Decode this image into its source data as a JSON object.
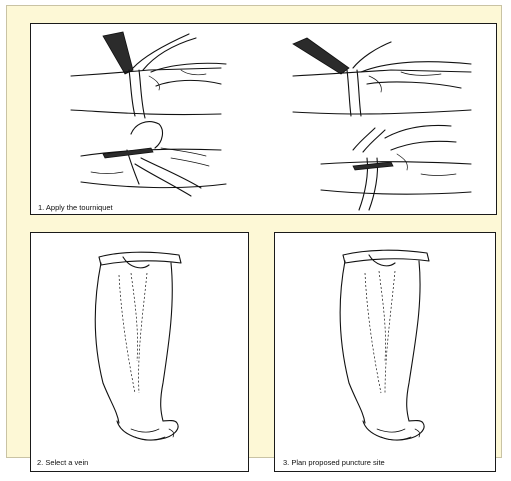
{
  "figure": {
    "panels": [
      {
        "caption": "1. Apply the tourniquet"
      },
      {
        "caption": "2. Select a vein"
      },
      {
        "caption": "3. Plan proposed puncture site"
      }
    ]
  }
}
